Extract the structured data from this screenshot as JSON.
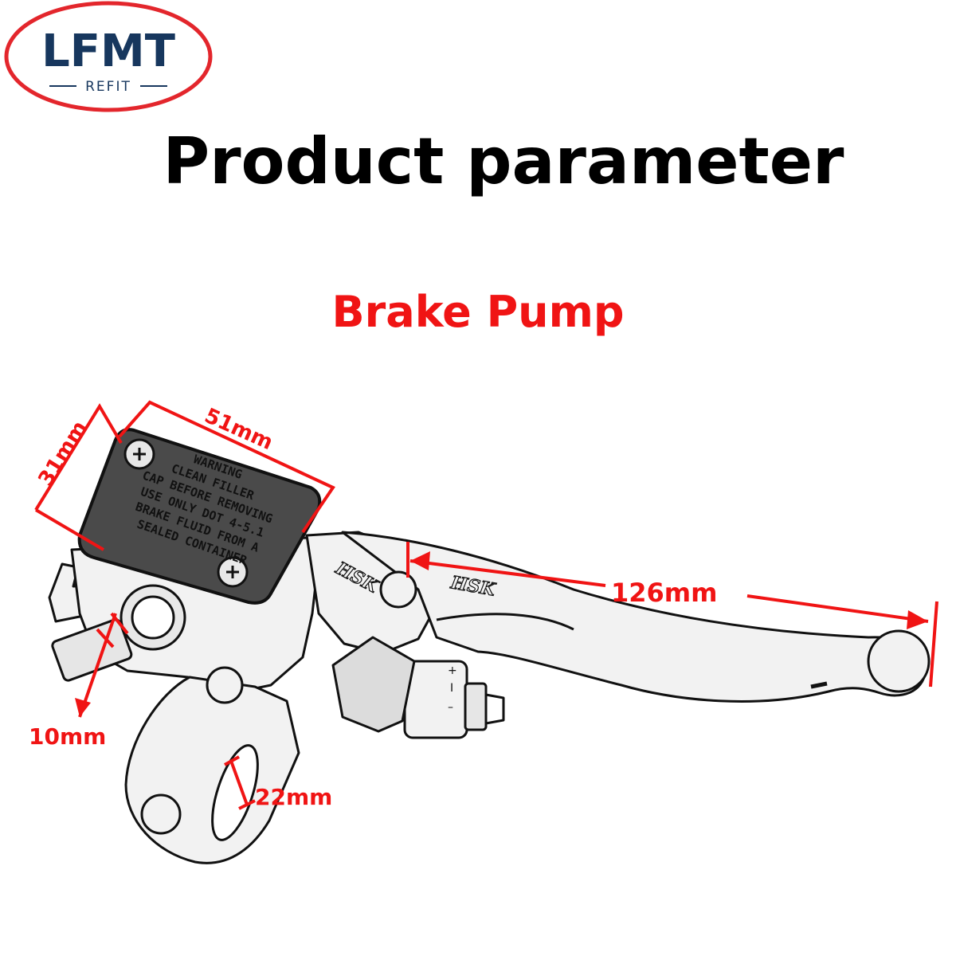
{
  "logo": {
    "name": "LFMT",
    "tagline": "REFIT",
    "color": "#e3262c",
    "text_color": "#17375e"
  },
  "title": "Product parameter",
  "subtitle": "Brake Pump",
  "accent_color": "#f01414",
  "cap_text": [
    "WARNING",
    "CLEAN FILLER",
    "CAP BEFORE REMOVING",
    "USE ONLY DOT 4-5.1",
    "BRAKE FLUID FROM A",
    "SEALED CONTAINER"
  ],
  "brand_mark": "HSK",
  "adjuster_marks": [
    "+",
    "I",
    "–"
  ],
  "dimensions": {
    "reservoir_width": "31mm",
    "reservoir_length": "51mm",
    "lever_length": "126mm",
    "bolt": "10mm",
    "bar_clamp": "22mm"
  }
}
